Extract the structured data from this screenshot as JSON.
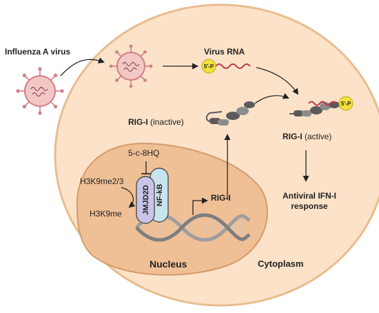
{
  "labels": {
    "influenza": "Influenza A virus",
    "virus_rna": "Virus RNA",
    "rig_inactive_bold": "RIG-I",
    "rig_inactive_state": " (inactive)",
    "rig_active_bold": "RIG-I",
    "rig_active_state": " (active)",
    "inhibitor": "5-c-8HQ",
    "h3k9me23": "H3K9me2/3",
    "h3k9me": "H3K9me",
    "jmjd2d": "JMJD2D",
    "nfkb": "NF-kB",
    "rig_gene": "RIG-I",
    "antiviral": "Antiviral IFN-I\nresponse",
    "nucleus": "Nucleus",
    "cytoplasm": "Cytoplasm",
    "five_p_virus": "5'-P",
    "five_p_active": "5'-P"
  },
  "colors": {
    "cell_fill": "#fbe2c8",
    "cell_stroke": "#e9bc8e",
    "nucleus_fill": "#efbf96",
    "nucleus_stroke": "#d49a6a",
    "virus_fill": "#f3c7c5",
    "virus_stroke": "#d27f85",
    "rna": "#c1334e",
    "cap": "#f2e13a",
    "jmjd2d_fill": "#c9c5e8",
    "nfkb_fill": "#c7e3ee",
    "protein_dark": "#5b5b5b",
    "protein_mid": "#8c8c8c"
  }
}
